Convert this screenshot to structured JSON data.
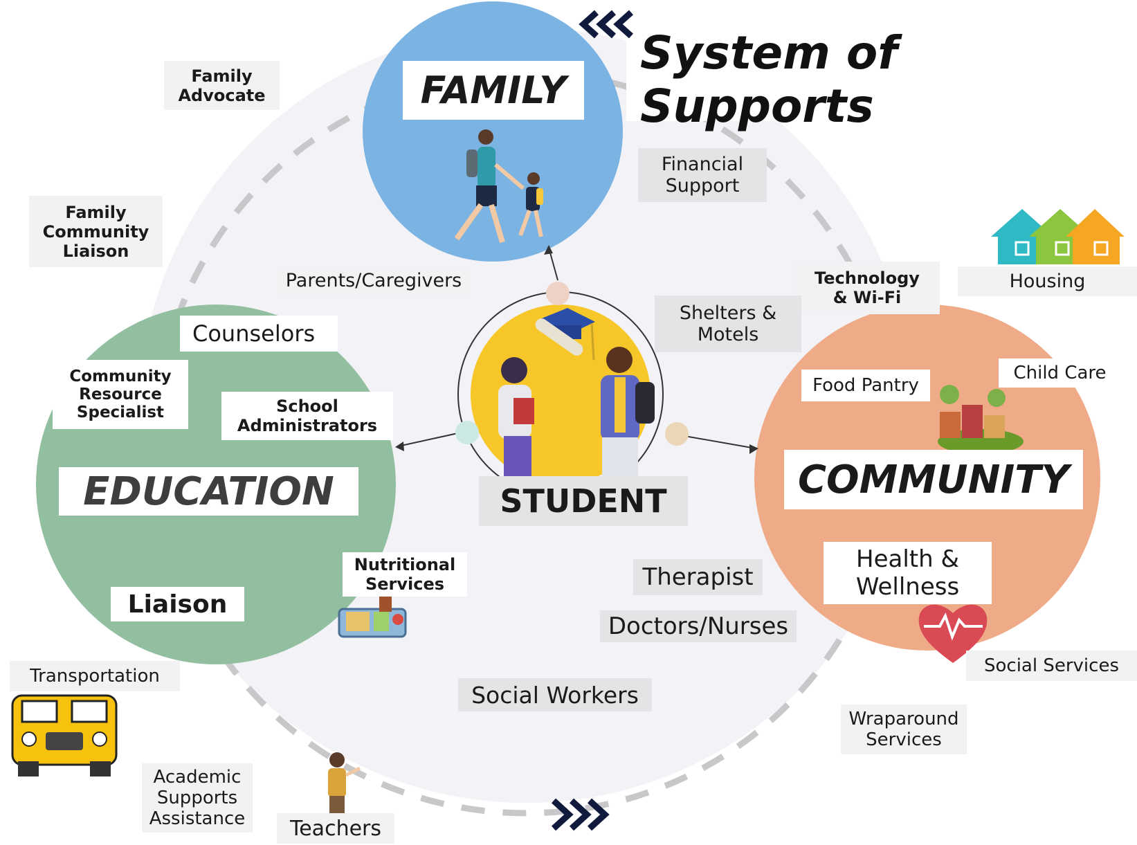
{
  "title": "System of Supports",
  "hubs": {
    "family": "FAMILY",
    "education": "EDUCATION",
    "community": "COMMUNITY",
    "student": "STUDENT"
  },
  "labels": {
    "family_advocate": "Family\nAdvocate",
    "family_community_liaison": "Family\nCommunity\nLiaison",
    "parents_caregivers": "Parents/Caregivers",
    "financial_support": "Financial\nSupport",
    "technology_wifi": "Technology\n& Wi-Fi",
    "housing": "Housing",
    "shelters_motels": "Shelters &\nMotels",
    "counselors": "Counselors",
    "community_resource_specialist": "Community\nResource\nSpecialist",
    "school_administrators": "School\nAdministrators",
    "food_pantry": "Food Pantry",
    "child_care": "Child Care",
    "liaison": "Liaison",
    "nutritional_services": "Nutritional\nServices",
    "therapist": "Therapist",
    "health_wellness": "Health &\nWellness",
    "doctors_nurses": "Doctors/Nurses",
    "social_services": "Social Services",
    "transportation": "Transportation",
    "social_workers": "Social Workers",
    "wraparound_services": "Wraparound\nServices",
    "academic_supports": "Academic\nSupports\nAssistance",
    "teachers": "Teachers"
  },
  "colors": {
    "family_circle": "#7bb3e3",
    "education_circle": "#92bfa0",
    "community_circle": "#efab88",
    "student_circle": "#f7c72a",
    "ring": "#c8c8ca",
    "chevrons": "#0f1a3d",
    "label_bg": "#f2f2f4"
  },
  "icons": {
    "family_people": "walking-parent-child-icon",
    "student_people": "students-icon",
    "graduation": "graduation-cap-icon",
    "houses": "houses-icon",
    "town": "town-icon",
    "heart": "heart-pulse-icon",
    "bus": "school-bus-icon",
    "tray": "lunch-tray-icon",
    "teacher": "teacher-icon",
    "chevrons": "chevrons-icon"
  }
}
